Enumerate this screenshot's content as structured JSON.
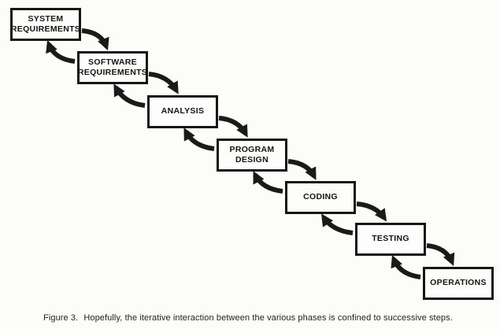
{
  "figure": {
    "caption_label": "Figure 3.",
    "caption_text": "Hopefully, the iterative interaction between the various phases is confined to successive steps.",
    "ink_color": "#1a1a1a",
    "paper_color": "#fcfcf9"
  },
  "diagram": {
    "phases": [
      {
        "label": "SYSTEM REQUIREMENTS"
      },
      {
        "label": "SOFTWARE REQUIREMENTS"
      },
      {
        "label": "ANALYSIS"
      },
      {
        "label": "PROGRAM DESIGN"
      },
      {
        "label": "CODING"
      },
      {
        "label": "TESTING"
      },
      {
        "label": "OPERATIONS"
      }
    ]
  }
}
